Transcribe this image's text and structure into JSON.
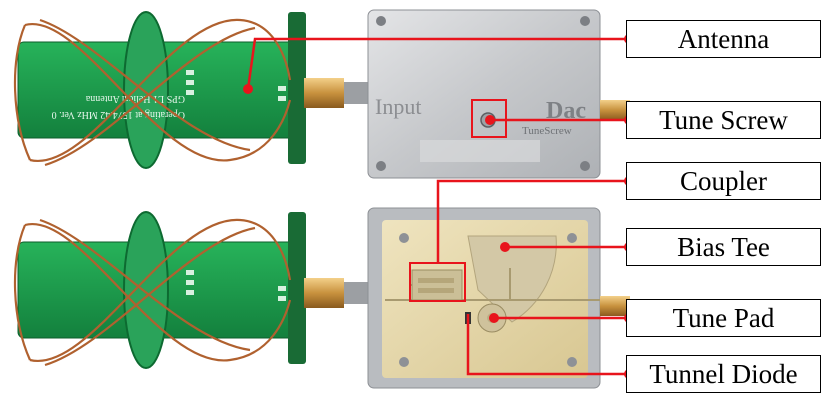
{
  "labels": {
    "antenna": "Antenna",
    "tune_screw": "Tune Screw",
    "coupler": "Coupler",
    "bias_tee": "Bias Tee",
    "tune_pad": "Tune Pad",
    "tunnel_diode": "Tunnel Diode"
  },
  "photo_text": {
    "input": "Input",
    "dac": "Dac",
    "tune_screw_engraving": "TuneScrew",
    "pcb_line_1": "GPS L1 Helical Antenna",
    "pcb_line_2": "Operating at 1574.42 MHz Ver. 0"
  },
  "colors": {
    "callout_red": "#e8141c",
    "pcb_green": "#1c9a4a",
    "copper": "#b0612f",
    "enclosure": "#c9cbce",
    "substrate": "#e2d3a2"
  }
}
